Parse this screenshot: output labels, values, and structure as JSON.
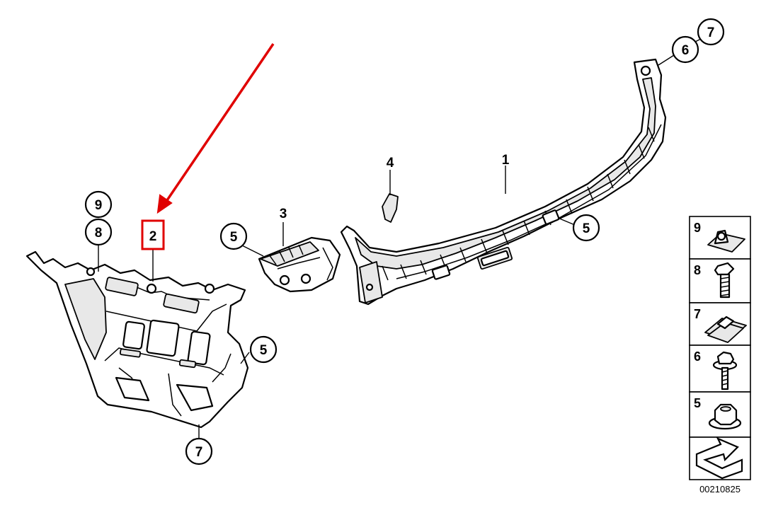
{
  "diagram_id": "00210825",
  "accent_color": "#e00000",
  "highlighted_part": "2",
  "callouts": {
    "part1": "1",
    "part2": "2",
    "part3": "3",
    "part4": "4",
    "nut5_left": "5",
    "nut5_mid": "5",
    "nut5_right": "5",
    "part6": "6",
    "nut7_top": "7",
    "nut7_bottom": "7",
    "bolt8": "8",
    "nut9": "9"
  },
  "legend": [
    {
      "number": "9",
      "icon": "clip-nut-9-icon"
    },
    {
      "number": "8",
      "icon": "hex-bolt-icon"
    },
    {
      "number": "7",
      "icon": "speed-nut-icon"
    },
    {
      "number": "6",
      "icon": "flange-screw-icon"
    },
    {
      "number": "5",
      "icon": "hex-nut-icon"
    },
    {
      "number": "",
      "icon": "direction-arrow-icon"
    }
  ]
}
